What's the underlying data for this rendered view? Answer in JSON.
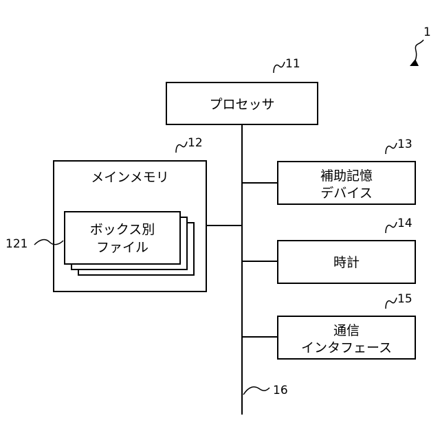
{
  "figure": {
    "number": "1",
    "processor": {
      "label": "プロセッサ",
      "ref": "11"
    },
    "main_memory": {
      "label": "メインメモリ",
      "ref": "12",
      "box_files": {
        "line1": "ボックス別",
        "line2": "ファイル",
        "ref": "121"
      }
    },
    "aux_storage": {
      "line1": "補助記憶",
      "line2": "デバイス",
      "ref": "13"
    },
    "clock": {
      "label": "時計",
      "ref": "14"
    },
    "comm_interface": {
      "line1": "通信",
      "line2": "インタフェース",
      "ref": "15"
    },
    "bus": {
      "ref": "16"
    }
  }
}
